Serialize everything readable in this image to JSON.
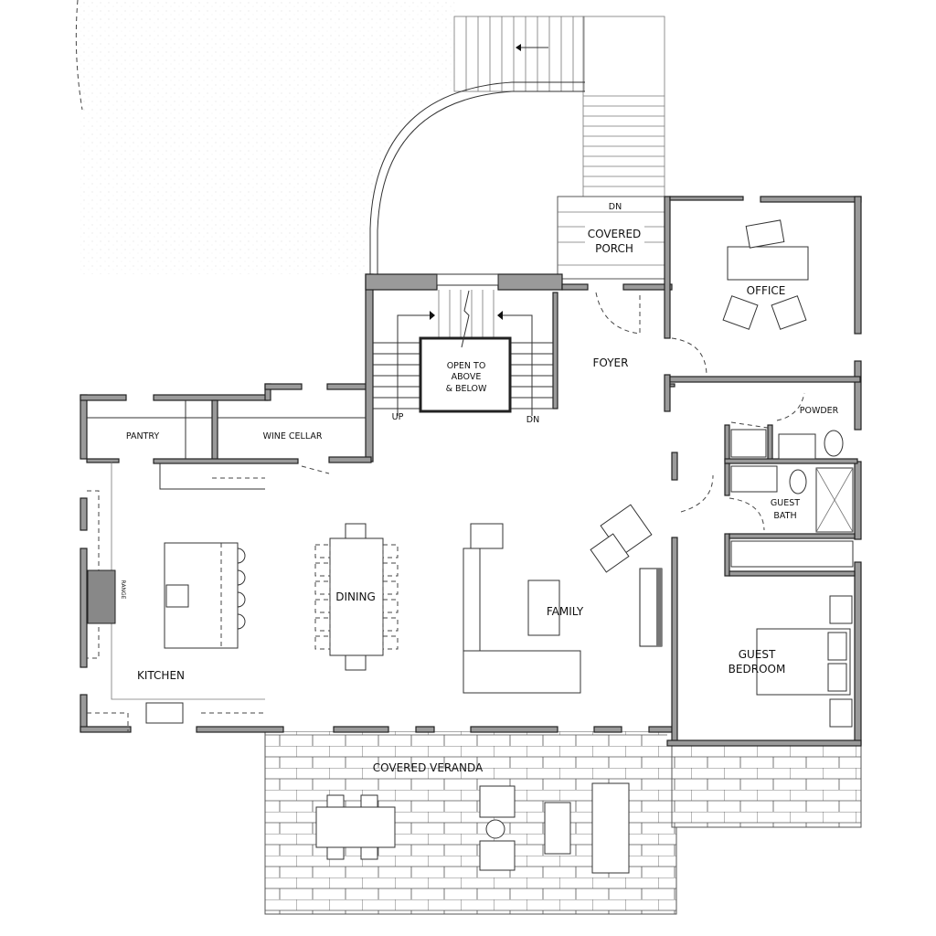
{
  "plan": {
    "rooms": {
      "covered_porch": [
        "COVERED",
        "PORCH"
      ],
      "office": "OFFICE",
      "foyer": "FOYER",
      "open_to": [
        "OPEN TO",
        "ABOVE",
        "& BELOW"
      ],
      "pantry": "PANTRY",
      "wine_cellar": "WINE CELLAR",
      "powder": "POWDER",
      "guest_bath": [
        "GUEST",
        "BATH"
      ],
      "dining": "DINING",
      "family": "FAMILY",
      "kitchen": "KITCHEN",
      "guest_bedroom": [
        "GUEST",
        "BEDROOM"
      ],
      "covered_veranda": "COVERED VERANDA"
    },
    "stair_labels": {
      "up": "UP",
      "dn_main": "DN",
      "dn_porch": "DN"
    },
    "appliance_labels": {
      "range": "RANGE"
    },
    "colors": {
      "wall_fill": "#9a9a9a",
      "line": "#333333"
    }
  }
}
